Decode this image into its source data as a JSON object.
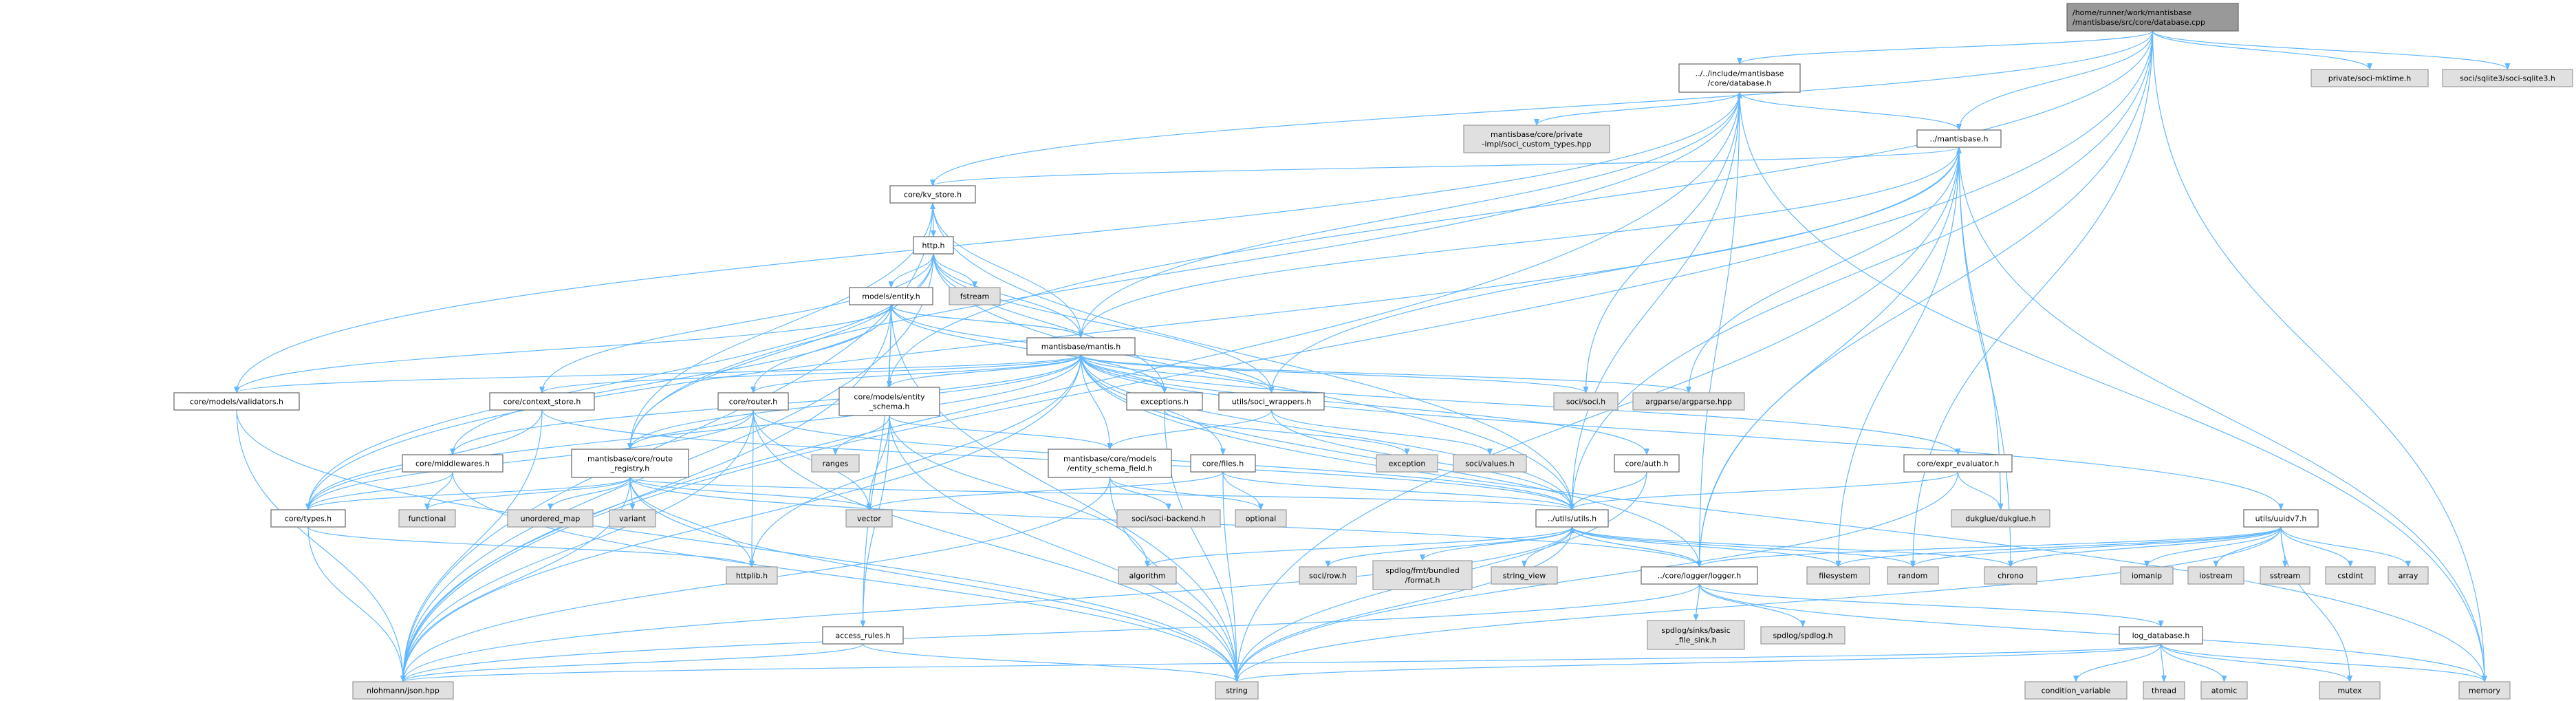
{
  "colors": {
    "edge": "#63b8ff",
    "root_fill": "#999999",
    "project_fill": "#ffffff",
    "external_fill": "#e0e0e0"
  },
  "nodes": [
    {
      "id": "cpp",
      "kind": "root",
      "label": [
        "/home/runner/work/mantisbase",
        "/mantisbase/src/core/database.cpp"
      ]
    },
    {
      "id": "dbh",
      "kind": "project",
      "label": [
        "../../include/mantisbase",
        "/core/database.h"
      ]
    },
    {
      "id": "mktime",
      "kind": "external",
      "label": [
        "private/soci-mktime.h"
      ]
    },
    {
      "id": "sqlite3",
      "kind": "external",
      "label": [
        "soci/sqlite3/soci-sqlite3.h"
      ]
    },
    {
      "id": "custom_types",
      "kind": "external",
      "label": [
        "mantisbase/core/private",
        "-impl/soci_custom_types.hpp"
      ]
    },
    {
      "id": "mantisbase_h",
      "kind": "project",
      "label": [
        "../mantisbase.h"
      ]
    },
    {
      "id": "kv_store",
      "kind": "project",
      "label": [
        "core/kv_store.h"
      ]
    },
    {
      "id": "http",
      "kind": "project",
      "label": [
        "http.h"
      ]
    },
    {
      "id": "entity",
      "kind": "project",
      "label": [
        "models/entity.h"
      ]
    },
    {
      "id": "fstream",
      "kind": "external",
      "label": [
        "fstream"
      ]
    },
    {
      "id": "mantis",
      "kind": "project",
      "label": [
        "mantisbase/mantis.h"
      ]
    },
    {
      "id": "validators",
      "kind": "project",
      "label": [
        "core/models/validators.h"
      ]
    },
    {
      "id": "context_store",
      "kind": "project",
      "label": [
        "core/context_store.h"
      ]
    },
    {
      "id": "router",
      "kind": "project",
      "label": [
        "core/router.h"
      ]
    },
    {
      "id": "entity_schema",
      "kind": "project",
      "label": [
        "core/models/entity",
        "_schema.h"
      ]
    },
    {
      "id": "exceptions",
      "kind": "project",
      "label": [
        "exceptions.h"
      ]
    },
    {
      "id": "soci_wrappers",
      "kind": "project",
      "label": [
        "utils/soci_wrappers.h"
      ]
    },
    {
      "id": "soci_h",
      "kind": "external",
      "label": [
        "soci/soci.h"
      ]
    },
    {
      "id": "argparse",
      "kind": "external",
      "label": [
        "argparse/argparse.hpp"
      ]
    },
    {
      "id": "middlewares",
      "kind": "project",
      "label": [
        "core/middlewares.h"
      ]
    },
    {
      "id": "route_registry",
      "kind": "project",
      "label": [
        "mantisbase/core/route",
        "_registry.h"
      ]
    },
    {
      "id": "ranges",
      "kind": "external",
      "label": [
        "ranges"
      ]
    },
    {
      "id": "esf",
      "kind": "project",
      "label": [
        "mantisbase/core/models",
        "/entity_schema_field.h"
      ]
    },
    {
      "id": "files",
      "kind": "project",
      "label": [
        "core/files.h"
      ]
    },
    {
      "id": "exception",
      "kind": "external",
      "label": [
        "exception"
      ]
    },
    {
      "id": "values",
      "kind": "external",
      "label": [
        "soci/values.h"
      ]
    },
    {
      "id": "auth",
      "kind": "project",
      "label": [
        "core/auth.h"
      ]
    },
    {
      "id": "expr",
      "kind": "project",
      "label": [
        "core/expr_evaluator.h"
      ]
    },
    {
      "id": "types",
      "kind": "project",
      "label": [
        "core/types.h"
      ]
    },
    {
      "id": "functional",
      "kind": "external",
      "label": [
        "functional"
      ]
    },
    {
      "id": "unordered_map",
      "kind": "external",
      "label": [
        "unordered_map"
      ]
    },
    {
      "id": "variant",
      "kind": "external",
      "label": [
        "variant"
      ]
    },
    {
      "id": "vector",
      "kind": "external",
      "label": [
        "vector"
      ]
    },
    {
      "id": "backend",
      "kind": "external",
      "label": [
        "soci/soci-backend.h"
      ]
    },
    {
      "id": "optional",
      "kind": "external",
      "label": [
        "optional"
      ]
    },
    {
      "id": "utils",
      "kind": "project",
      "label": [
        "../utils/utils.h"
      ]
    },
    {
      "id": "dukglue",
      "kind": "external",
      "label": [
        "dukglue/dukglue.h"
      ]
    },
    {
      "id": "uuidv7",
      "kind": "project",
      "label": [
        "utils/uuidv7.h"
      ]
    },
    {
      "id": "httplib",
      "kind": "external",
      "label": [
        "httplib.h"
      ]
    },
    {
      "id": "algorithm",
      "kind": "external",
      "label": [
        "algorithm"
      ]
    },
    {
      "id": "row",
      "kind": "external",
      "label": [
        "soci/row.h"
      ]
    },
    {
      "id": "fmt",
      "kind": "external",
      "label": [
        "spdlog/fmt/bundled",
        "/format.h"
      ]
    },
    {
      "id": "string_view",
      "kind": "external",
      "label": [
        "string_view"
      ]
    },
    {
      "id": "logger",
      "kind": "project",
      "label": [
        "../core/logger/logger.h"
      ]
    },
    {
      "id": "filesystem",
      "kind": "external",
      "label": [
        "filesystem"
      ]
    },
    {
      "id": "random",
      "kind": "external",
      "label": [
        "random"
      ]
    },
    {
      "id": "chrono",
      "kind": "external",
      "label": [
        "chrono"
      ]
    },
    {
      "id": "iomanip",
      "kind": "external",
      "label": [
        "iomanip"
      ]
    },
    {
      "id": "iostream",
      "kind": "external",
      "label": [
        "iostream"
      ]
    },
    {
      "id": "sstream",
      "kind": "external",
      "label": [
        "sstream"
      ]
    },
    {
      "id": "cstdint",
      "kind": "external",
      "label": [
        "cstdint"
      ]
    },
    {
      "id": "array",
      "kind": "external",
      "label": [
        "array"
      ]
    },
    {
      "id": "access_rules",
      "kind": "project",
      "label": [
        "access_rules.h"
      ]
    },
    {
      "id": "basic_sink",
      "kind": "external",
      "label": [
        "spdlog/sinks/basic",
        "_file_sink.h"
      ]
    },
    {
      "id": "spdlog",
      "kind": "external",
      "label": [
        "spdlog/spdlog.h"
      ]
    },
    {
      "id": "log_db",
      "kind": "project",
      "label": [
        "log_database.h"
      ]
    },
    {
      "id": "json",
      "kind": "external",
      "label": [
        "nlohmann/json.hpp"
      ]
    },
    {
      "id": "string",
      "kind": "external",
      "label": [
        "string"
      ]
    },
    {
      "id": "condvar",
      "kind": "external",
      "label": [
        "condition_variable"
      ]
    },
    {
      "id": "thread",
      "kind": "external",
      "label": [
        "thread"
      ]
    },
    {
      "id": "atomic",
      "kind": "external",
      "label": [
        "atomic"
      ]
    },
    {
      "id": "mutex",
      "kind": "external",
      "label": [
        "mutex"
      ]
    },
    {
      "id": "memory",
      "kind": "external",
      "label": [
        "memory"
      ]
    }
  ],
  "edges": [
    [
      "cpp",
      "dbh"
    ],
    [
      "cpp",
      "mantisbase_h"
    ],
    [
      "cpp",
      "kv_store"
    ],
    [
      "cpp",
      "entity_schema"
    ],
    [
      "cpp",
      "json"
    ],
    [
      "cpp",
      "utils"
    ],
    [
      "cpp",
      "logger"
    ],
    [
      "cpp",
      "random"
    ],
    [
      "cpp",
      "memory"
    ],
    [
      "cpp",
      "mktime"
    ],
    [
      "cpp",
      "sqlite3"
    ],
    [
      "dbh",
      "custom_types"
    ],
    [
      "dbh",
      "mantisbase_h"
    ],
    [
      "dbh",
      "soci_h"
    ],
    [
      "dbh",
      "utils"
    ],
    [
      "dbh",
      "logger"
    ],
    [
      "dbh",
      "memory"
    ],
    [
      "dbh",
      "json"
    ],
    [
      "dbh",
      "route_registry"
    ],
    [
      "mantisbase_h",
      "kv_store"
    ],
    [
      "mantisbase_h",
      "types"
    ],
    [
      "mantisbase_h",
      "logger"
    ],
    [
      "mantisbase_h",
      "dukglue"
    ],
    [
      "mantisbase_h",
      "chrono"
    ],
    [
      "mantisbase_h",
      "string"
    ],
    [
      "mantisbase_h",
      "memory"
    ],
    [
      "mantisbase_h",
      "argparse"
    ],
    [
      "mantisbase_h",
      "filesystem"
    ],
    [
      "kv_store",
      "http"
    ],
    [
      "kv_store",
      "json"
    ],
    [
      "kv_store",
      "route_registry"
    ],
    [
      "kv_store",
      "utils"
    ],
    [
      "http",
      "entity"
    ],
    [
      "http",
      "fstream"
    ],
    [
      "http",
      "exceptions"
    ],
    [
      "http",
      "soci_wrappers"
    ],
    [
      "http",
      "types"
    ],
    [
      "http",
      "context_store"
    ],
    [
      "http",
      "route_registry"
    ],
    [
      "http",
      "utils"
    ],
    [
      "http",
      "json"
    ],
    [
      "entity",
      "mantis"
    ],
    [
      "entity",
      "exceptions"
    ],
    [
      "entity",
      "soci_wrappers"
    ],
    [
      "entity",
      "access_rules"
    ],
    [
      "entity",
      "string"
    ],
    [
      "entity",
      "json"
    ],
    [
      "mantis",
      "dbh"
    ],
    [
      "mantis",
      "mantisbase_h"
    ],
    [
      "mantis",
      "http"
    ],
    [
      "mantis",
      "kv_store"
    ],
    [
      "mantis",
      "entity"
    ],
    [
      "mantis",
      "validators"
    ],
    [
      "mantis",
      "context_store"
    ],
    [
      "mantis",
      "router"
    ],
    [
      "mantis",
      "entity_schema"
    ],
    [
      "mantis",
      "exceptions"
    ],
    [
      "mantis",
      "soci_wrappers"
    ],
    [
      "mantis",
      "soci_h"
    ],
    [
      "mantis",
      "argparse"
    ],
    [
      "mantis",
      "middlewares"
    ],
    [
      "mantis",
      "route_registry"
    ],
    [
      "mantis",
      "esf"
    ],
    [
      "mantis",
      "files"
    ],
    [
      "mantis",
      "auth"
    ],
    [
      "mantis",
      "expr"
    ],
    [
      "mantis",
      "uuidv7"
    ],
    [
      "mantis",
      "utils"
    ],
    [
      "mantis",
      "logger"
    ],
    [
      "mantis",
      "json"
    ],
    [
      "mantis",
      "httplib"
    ],
    [
      "mantis",
      "types"
    ],
    [
      "mantis",
      "memory"
    ],
    [
      "validators",
      "entity"
    ],
    [
      "validators",
      "dbh"
    ],
    [
      "validators",
      "json"
    ],
    [
      "validators",
      "string"
    ],
    [
      "context_store",
      "types"
    ],
    [
      "context_store",
      "utils"
    ],
    [
      "context_store",
      "json"
    ],
    [
      "router",
      "entity"
    ],
    [
      "router",
      "route_registry"
    ],
    [
      "router",
      "types"
    ],
    [
      "router",
      "httplib"
    ],
    [
      "router",
      "vector"
    ],
    [
      "router",
      "utils"
    ],
    [
      "router",
      "json"
    ],
    [
      "router",
      "string"
    ],
    [
      "entity_schema",
      "entity"
    ],
    [
      "entity_schema",
      "esf"
    ],
    [
      "entity_schema",
      "ranges"
    ],
    [
      "entity_schema",
      "vector"
    ],
    [
      "entity_schema",
      "access_rules"
    ],
    [
      "entity_schema",
      "algorithm"
    ],
    [
      "entity_schema",
      "string"
    ],
    [
      "exceptions",
      "string"
    ],
    [
      "exceptions",
      "exception"
    ],
    [
      "soci_wrappers",
      "mantisbase_h"
    ],
    [
      "soci_wrappers",
      "esf"
    ],
    [
      "soci_wrappers",
      "values"
    ],
    [
      "soci_wrappers",
      "utils"
    ],
    [
      "middlewares",
      "entity"
    ],
    [
      "middlewares",
      "types"
    ],
    [
      "middlewares",
      "functional"
    ],
    [
      "middlewares",
      "string"
    ],
    [
      "route_registry",
      "types"
    ],
    [
      "route_registry",
      "functional"
    ],
    [
      "route_registry",
      "unordered_map"
    ],
    [
      "route_registry",
      "variant"
    ],
    [
      "route_registry",
      "vector"
    ],
    [
      "route_registry",
      "httplib"
    ],
    [
      "route_registry",
      "utils"
    ],
    [
      "route_registry",
      "json"
    ],
    [
      "route_registry",
      "string"
    ],
    [
      "route_registry",
      "logger"
    ],
    [
      "esf",
      "backend"
    ],
    [
      "esf",
      "optional"
    ],
    [
      "esf",
      "json"
    ],
    [
      "esf",
      "string"
    ],
    [
      "files",
      "vector"
    ],
    [
      "files",
      "optional"
    ],
    [
      "files",
      "utils"
    ],
    [
      "files",
      "string"
    ],
    [
      "auth",
      "utils"
    ],
    [
      "auth",
      "string"
    ],
    [
      "expr",
      "utils"
    ],
    [
      "expr",
      "dukglue"
    ],
    [
      "expr",
      "string"
    ],
    [
      "types",
      "httplib"
    ],
    [
      "types",
      "json"
    ],
    [
      "utils",
      "json"
    ],
    [
      "utils",
      "string"
    ],
    [
      "utils",
      "algorithm"
    ],
    [
      "utils",
      "row"
    ],
    [
      "utils",
      "fmt"
    ],
    [
      "utils",
      "string_view"
    ],
    [
      "utils",
      "logger"
    ],
    [
      "utils",
      "filesystem"
    ],
    [
      "utils",
      "random"
    ],
    [
      "utils",
      "chrono"
    ],
    [
      "uuidv7",
      "logger"
    ],
    [
      "uuidv7",
      "filesystem"
    ],
    [
      "uuidv7",
      "random"
    ],
    [
      "uuidv7",
      "chrono"
    ],
    [
      "uuidv7",
      "iomanip"
    ],
    [
      "uuidv7",
      "iostream"
    ],
    [
      "uuidv7",
      "sstream"
    ],
    [
      "uuidv7",
      "cstdint"
    ],
    [
      "uuidv7",
      "array"
    ],
    [
      "uuidv7",
      "mutex"
    ],
    [
      "uuidv7",
      "string"
    ],
    [
      "logger",
      "utils"
    ],
    [
      "logger",
      "basic_sink"
    ],
    [
      "logger",
      "spdlog"
    ],
    [
      "logger",
      "log_db"
    ],
    [
      "logger",
      "json"
    ],
    [
      "logger",
      "memory"
    ],
    [
      "access_rules",
      "json"
    ],
    [
      "access_rules",
      "string"
    ],
    [
      "log_db",
      "json"
    ],
    [
      "log_db",
      "string"
    ],
    [
      "log_db",
      "condvar"
    ],
    [
      "log_db",
      "thread"
    ],
    [
      "log_db",
      "atomic"
    ],
    [
      "log_db",
      "mutex"
    ],
    [
      "log_db",
      "memory"
    ]
  ]
}
